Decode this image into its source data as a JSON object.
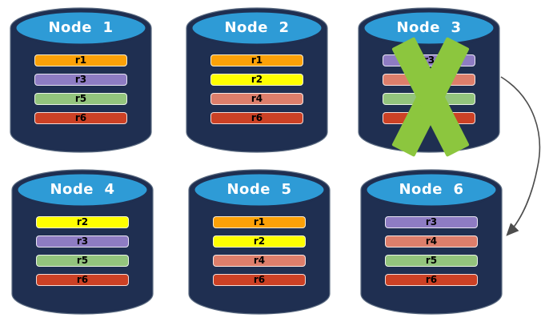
{
  "diagram": {
    "colors": {
      "background": "#FFFFFF",
      "cylinder_body": "#1F2F51",
      "cylinder_top": "#2E9BD6",
      "cylinder_outline": "#5A6A80",
      "failure_x": "#8CC63E",
      "arrow": "#4D4D4D"
    },
    "nodes": [
      {
        "title": "Node  1",
        "failed": false,
        "replicas": [
          {
            "label": "r1",
            "color": "#FCA108"
          },
          {
            "label": "r3",
            "color": "#8E7CC3"
          },
          {
            "label": "r5",
            "color": "#93C47D"
          },
          {
            "label": "r6",
            "color": "#CC4125"
          }
        ]
      },
      {
        "title": "Node  2",
        "failed": false,
        "replicas": [
          {
            "label": "r1",
            "color": "#FCA108"
          },
          {
            "label": "r2",
            "color": "#FFFF00"
          },
          {
            "label": "r4",
            "color": "#DD7E6B"
          },
          {
            "label": "r6",
            "color": "#CC4125"
          }
        ]
      },
      {
        "title": "Node  3",
        "failed": true,
        "replicas": [
          {
            "label": "r3",
            "color": "#8E7CC3"
          },
          {
            "label": "r4",
            "color": "#DD7E6B"
          },
          {
            "label": "r5",
            "color": "#93C47D"
          },
          {
            "label": "r6",
            "color": "#CC4125"
          }
        ]
      },
      {
        "title": "Node  4",
        "failed": false,
        "replicas": [
          {
            "label": "r2",
            "color": "#FFFF00"
          },
          {
            "label": "r3",
            "color": "#8E7CC3"
          },
          {
            "label": "r5",
            "color": "#93C47D"
          },
          {
            "label": "r6",
            "color": "#CC4125"
          }
        ]
      },
      {
        "title": "Node  5",
        "failed": false,
        "replicas": [
          {
            "label": "r1",
            "color": "#FCA108"
          },
          {
            "label": "r2",
            "color": "#FFFF00"
          },
          {
            "label": "r4",
            "color": "#DD7E6B"
          },
          {
            "label": "r6",
            "color": "#CC4125"
          }
        ]
      },
      {
        "title": "Node  6",
        "failed": false,
        "replicas": [
          {
            "label": "r3",
            "color": "#8E7CC3"
          },
          {
            "label": "r4",
            "color": "#DD7E6B"
          },
          {
            "label": "r5",
            "color": "#93C47D"
          },
          {
            "label": "r6",
            "color": "#CC4125"
          }
        ]
      }
    ],
    "arrow": {
      "description": "failover arrow from Node 3 to Node 6"
    }
  }
}
